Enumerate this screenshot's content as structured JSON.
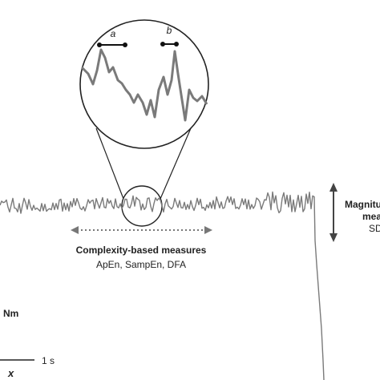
{
  "zoom_labels": {
    "a": "a",
    "b": "b"
  },
  "complexity": {
    "title": "Complexity-based measures",
    "measures": "ApEn, SampEn, DFA"
  },
  "magnitude": {
    "title_line1": "Magnitu",
    "title_line2": "mea",
    "measures": "SD"
  },
  "units_label": "Nm",
  "time_scale_label": "1 s",
  "axis_label": "x",
  "colors": {
    "signal": "#7a7a7a",
    "signal_dark": "#3a3a3a",
    "arrow": "#444444",
    "dashed_arrow": "#777777",
    "text": "#222222"
  }
}
